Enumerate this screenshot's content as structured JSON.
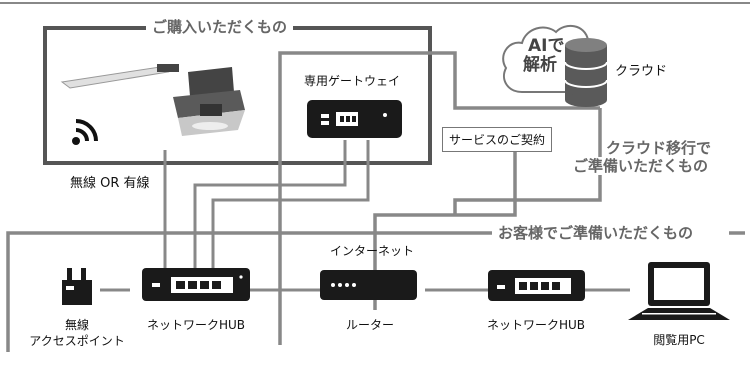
{
  "groups": {
    "purchase": "ご購入いただくもの",
    "customer": "お客様でご準備いただくもの",
    "cloud_migration": [
      "クラウド移行で",
      "ご準備いただくもの"
    ]
  },
  "cloud": {
    "ai_text": [
      "AIで",
      "解析"
    ],
    "label": "クラウド"
  },
  "nodes": {
    "gateway": "専用ゲートウェイ",
    "service_contract": "サービスのご契約",
    "wireless_or_wired": "無線 OR 有線",
    "internet": "インターネット",
    "access_point": [
      "無線",
      "アクセスポイント"
    ],
    "hub_left": "ネットワークHUB",
    "router": "ルーター",
    "hub_right": "ネットワークHUB",
    "pc": "閲覧用PC"
  },
  "colors": {
    "line": "#888888",
    "box_border": "#555555",
    "icon": "#1a1a1a",
    "group_text": "#666666"
  }
}
